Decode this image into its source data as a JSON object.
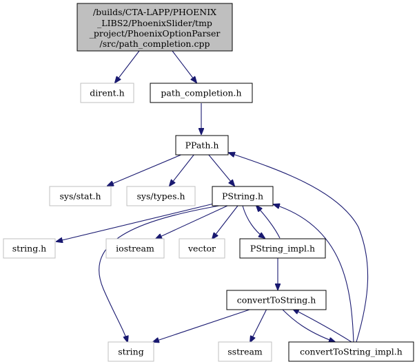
{
  "root": {
    "label_lines": [
      "/builds/CTA-LAPP/PHOENIX",
      "_LIBS2/PhoenixSlider/tmp",
      "_project/PhoenixOptionParser",
      "/src/path_completion.cpp"
    ]
  },
  "nodes": {
    "dirent": "dirent.h",
    "path_completion": "path_completion.h",
    "ppath": "PPath.h",
    "sys_stat": "sys/stat.h",
    "sys_types": "sys/types.h",
    "pstring": "PString.h",
    "string_h": "string.h",
    "iostream": "iostream",
    "vector": "vector",
    "pstring_impl": "PString_impl.h",
    "convert": "convertToString.h",
    "string": "string",
    "sstream": "sstream",
    "convert_impl": "convertToString_impl.h"
  },
  "colors": {
    "root_fill": "#bfbfbf",
    "edge": "#191970",
    "internal_border": "#000000",
    "external_border": "#bfbfbf"
  }
}
